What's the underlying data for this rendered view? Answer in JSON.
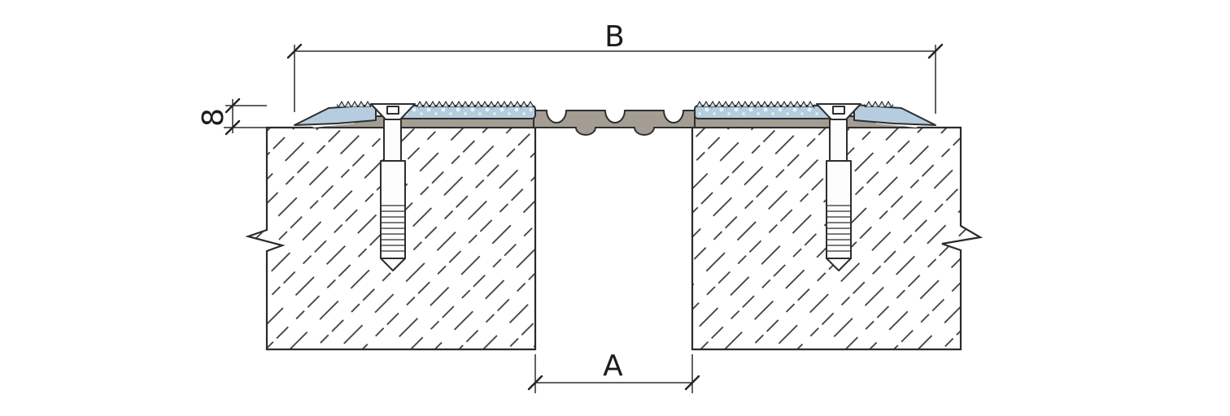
{
  "drawing": {
    "dimensions": {
      "overall_width": "B",
      "profile_height": "8",
      "joint_gap": "A"
    },
    "colors": {
      "outline": "#2e2e2e",
      "profile_gray": "#a49d93",
      "insert_blue": "#b6cddf",
      "insert_blue_light": "#cfe0ec",
      "insert_dot_light": "#e9f2f8",
      "screw_white": "#fdfdfd",
      "hatch_line": "#383838",
      "dimension_line": "#2e2e2e",
      "label_text": "#1c1c1c",
      "background": "#ffffff"
    }
  }
}
